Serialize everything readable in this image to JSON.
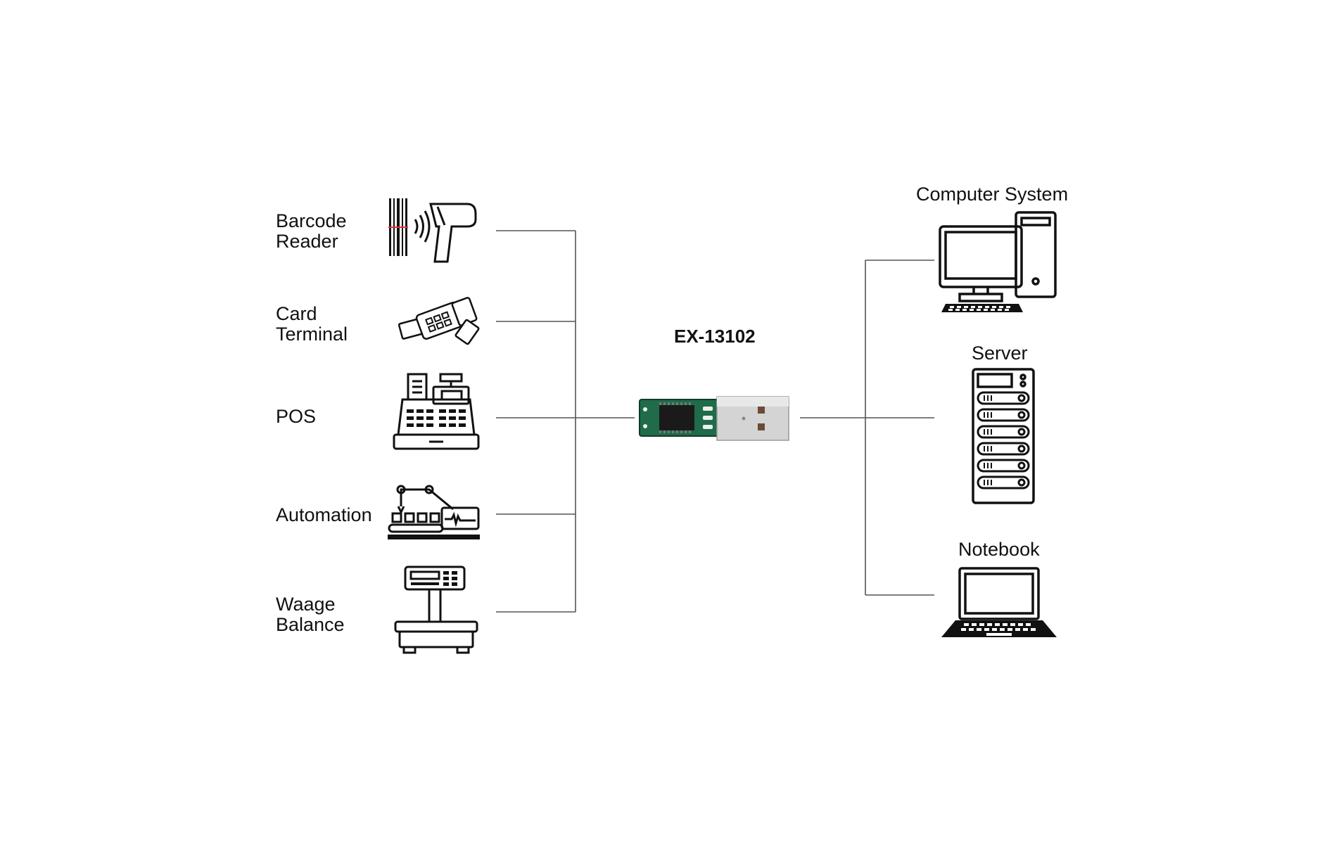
{
  "devices_left": [
    {
      "id": "barcode",
      "label": "Barcode\nReader",
      "icon": "barcode-scanner-icon"
    },
    {
      "id": "card",
      "label": "Card\nTerminal",
      "icon": "card-terminal-icon"
    },
    {
      "id": "pos",
      "label": "POS",
      "icon": "cash-register-icon"
    },
    {
      "id": "automation",
      "label": "Automation",
      "icon": "factory-robot-icon"
    },
    {
      "id": "scale",
      "label": "Waage\nBalance",
      "icon": "weighing-scale-icon"
    }
  ],
  "center": {
    "title": "EX-13102",
    "icon": "usb-stick-adapter-icon"
  },
  "devices_right": [
    {
      "id": "computer",
      "label": "Computer System",
      "icon": "desktop-computer-icon"
    },
    {
      "id": "server",
      "label": "Server",
      "icon": "server-rack-icon"
    },
    {
      "id": "notebook",
      "label": "Notebook",
      "icon": "laptop-icon"
    }
  ],
  "colors": {
    "line": "#555555",
    "icon": "#111111",
    "pcb": "#1f6b4a",
    "metal": "#c9c9c9"
  }
}
